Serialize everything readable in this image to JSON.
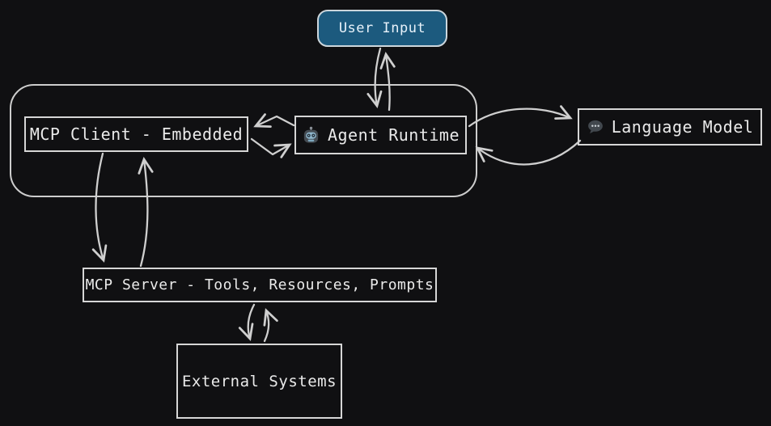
{
  "canvas": {
    "background": "#101012",
    "stroke_color": "#d6d6d6",
    "text_color": "#eaeaea",
    "accent_fill": "#1c5a7e"
  },
  "nodes": {
    "user_input": {
      "label": "User Input",
      "fill": "#1c5a7e",
      "text_color": "#e8f2fa",
      "shape": "rounded-rectangle"
    },
    "mcp_client": {
      "label": "MCP Client - Embedded",
      "shape": "rectangle"
    },
    "agent_runtime": {
      "label": "Agent Runtime",
      "icon": "robot-icon",
      "shape": "rectangle"
    },
    "language_model": {
      "label": "Language Model",
      "icon": "speech-balloon-icon",
      "shape": "rectangle"
    },
    "mcp_server": {
      "label": "MCP Server - Tools, Resources, Prompts",
      "shape": "rectangle"
    },
    "external_systems": {
      "label": "External Systems",
      "shape": "rectangle"
    }
  },
  "container": {
    "contains": [
      "mcp_client",
      "agent_runtime"
    ],
    "shape": "rounded-rectangle"
  },
  "edges": [
    {
      "from": "user_input",
      "to": "agent_runtime",
      "arrow": "one-way down"
    },
    {
      "from": "agent_runtime",
      "to": "user_input",
      "arrow": "one-way up"
    },
    {
      "from": "agent_runtime",
      "to": "mcp_client",
      "arrow": "one-way left"
    },
    {
      "from": "mcp_client",
      "to": "agent_runtime",
      "arrow": "one-way right"
    },
    {
      "from": "agent_runtime",
      "to": "language_model",
      "arrow": "one-way right, curved"
    },
    {
      "from": "language_model",
      "to": "agent_runtime",
      "arrow": "one-way left, curved"
    },
    {
      "from": "mcp_client",
      "to": "mcp_server",
      "arrow": "one-way down"
    },
    {
      "from": "mcp_server",
      "to": "mcp_client",
      "arrow": "one-way up"
    },
    {
      "from": "mcp_server",
      "to": "external_systems",
      "arrow": "one-way down"
    },
    {
      "from": "external_systems",
      "to": "mcp_server",
      "arrow": "one-way up"
    }
  ]
}
